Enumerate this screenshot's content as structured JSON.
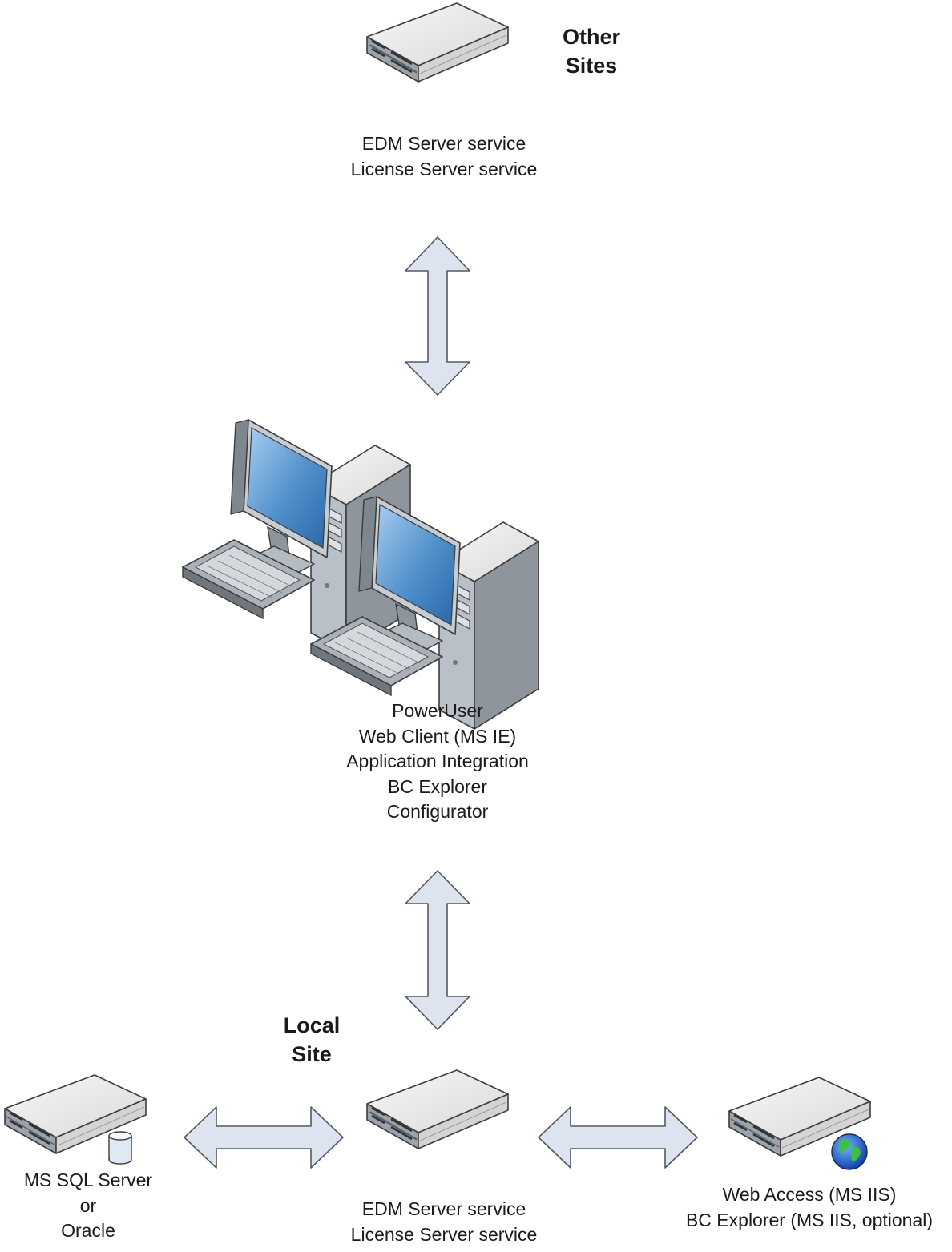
{
  "other_site": {
    "title_lines": [
      "Other",
      "Sites"
    ],
    "server_lines": [
      "EDM Server service",
      "License Server service"
    ]
  },
  "clients": {
    "lines": [
      "PowerUser",
      "Web Client (MS IE)",
      "Application Integration",
      "BC Explorer",
      "Configurator"
    ]
  },
  "local_site": {
    "title_lines": [
      "Local",
      "Site"
    ],
    "db_lines": [
      "MS SQL Server",
      "or",
      "Oracle"
    ],
    "server_lines": [
      "EDM Server service",
      "License Server service"
    ],
    "web_lines": [
      "Web Access (MS IIS)",
      "BC Explorer (MS IIS, optional)"
    ]
  },
  "colors": {
    "arrow_fill": "#dde4ef",
    "arrow_stroke": "#55595e",
    "screen_blue": "#4f8fcb"
  }
}
